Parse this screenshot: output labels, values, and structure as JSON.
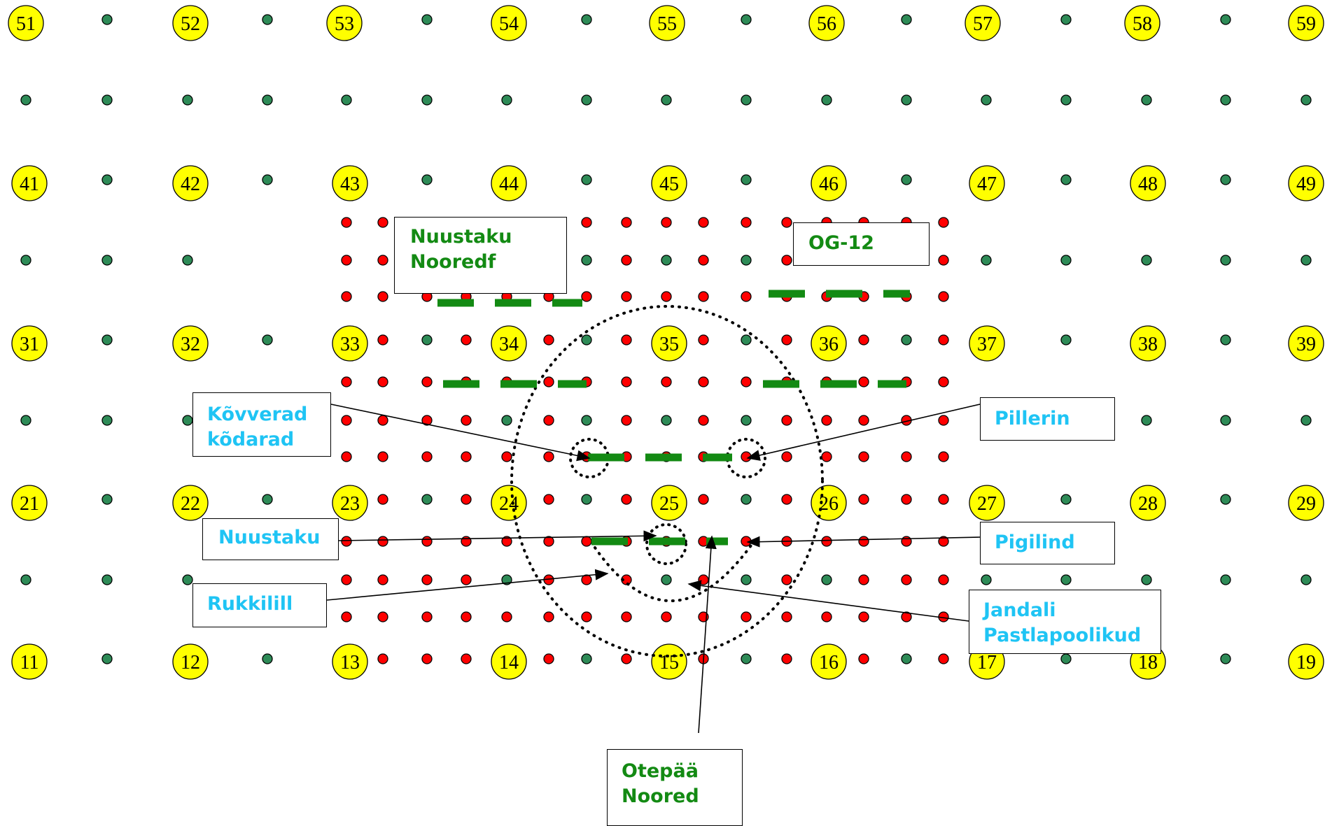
{
  "palette": {
    "marker_fill": "#ffff00",
    "green_dot": "#2e8b57",
    "red_dot": "#ff0000",
    "green_line": "#138a13",
    "blue_text": "#1fc4f4"
  },
  "station_rows": [
    [
      "51",
      "52",
      "53",
      "54",
      "55",
      "56",
      "57",
      "58",
      "59"
    ],
    [
      "41",
      "42",
      "43",
      "44",
      "45",
      "46",
      "47",
      "48",
      "49"
    ],
    [
      "31",
      "32",
      "33",
      "34",
      "35",
      "36",
      "37",
      "38",
      "39"
    ],
    [
      "21",
      "22",
      "23",
      "24",
      "25",
      "26",
      "27",
      "28",
      "29"
    ],
    [
      "11",
      "12",
      "13",
      "14",
      "15",
      "16",
      "17",
      "18",
      "19"
    ]
  ],
  "labels": {
    "nuustaku_noored": [
      "Nuustaku",
      "Nooredf"
    ],
    "og12": [
      "OG-12"
    ],
    "kovverad": [
      "Kõvverad",
      "kõdarad"
    ],
    "pillerin": [
      "Pillerin"
    ],
    "nuustaku": [
      "Nuustaku"
    ],
    "pigilind": [
      "Pigilind"
    ],
    "rukkilill": [
      "Rukkilill"
    ],
    "jandali": [
      "Jandali",
      "Pastlapoolikud"
    ],
    "otepaa": [
      "Otepää",
      "Noored"
    ]
  }
}
